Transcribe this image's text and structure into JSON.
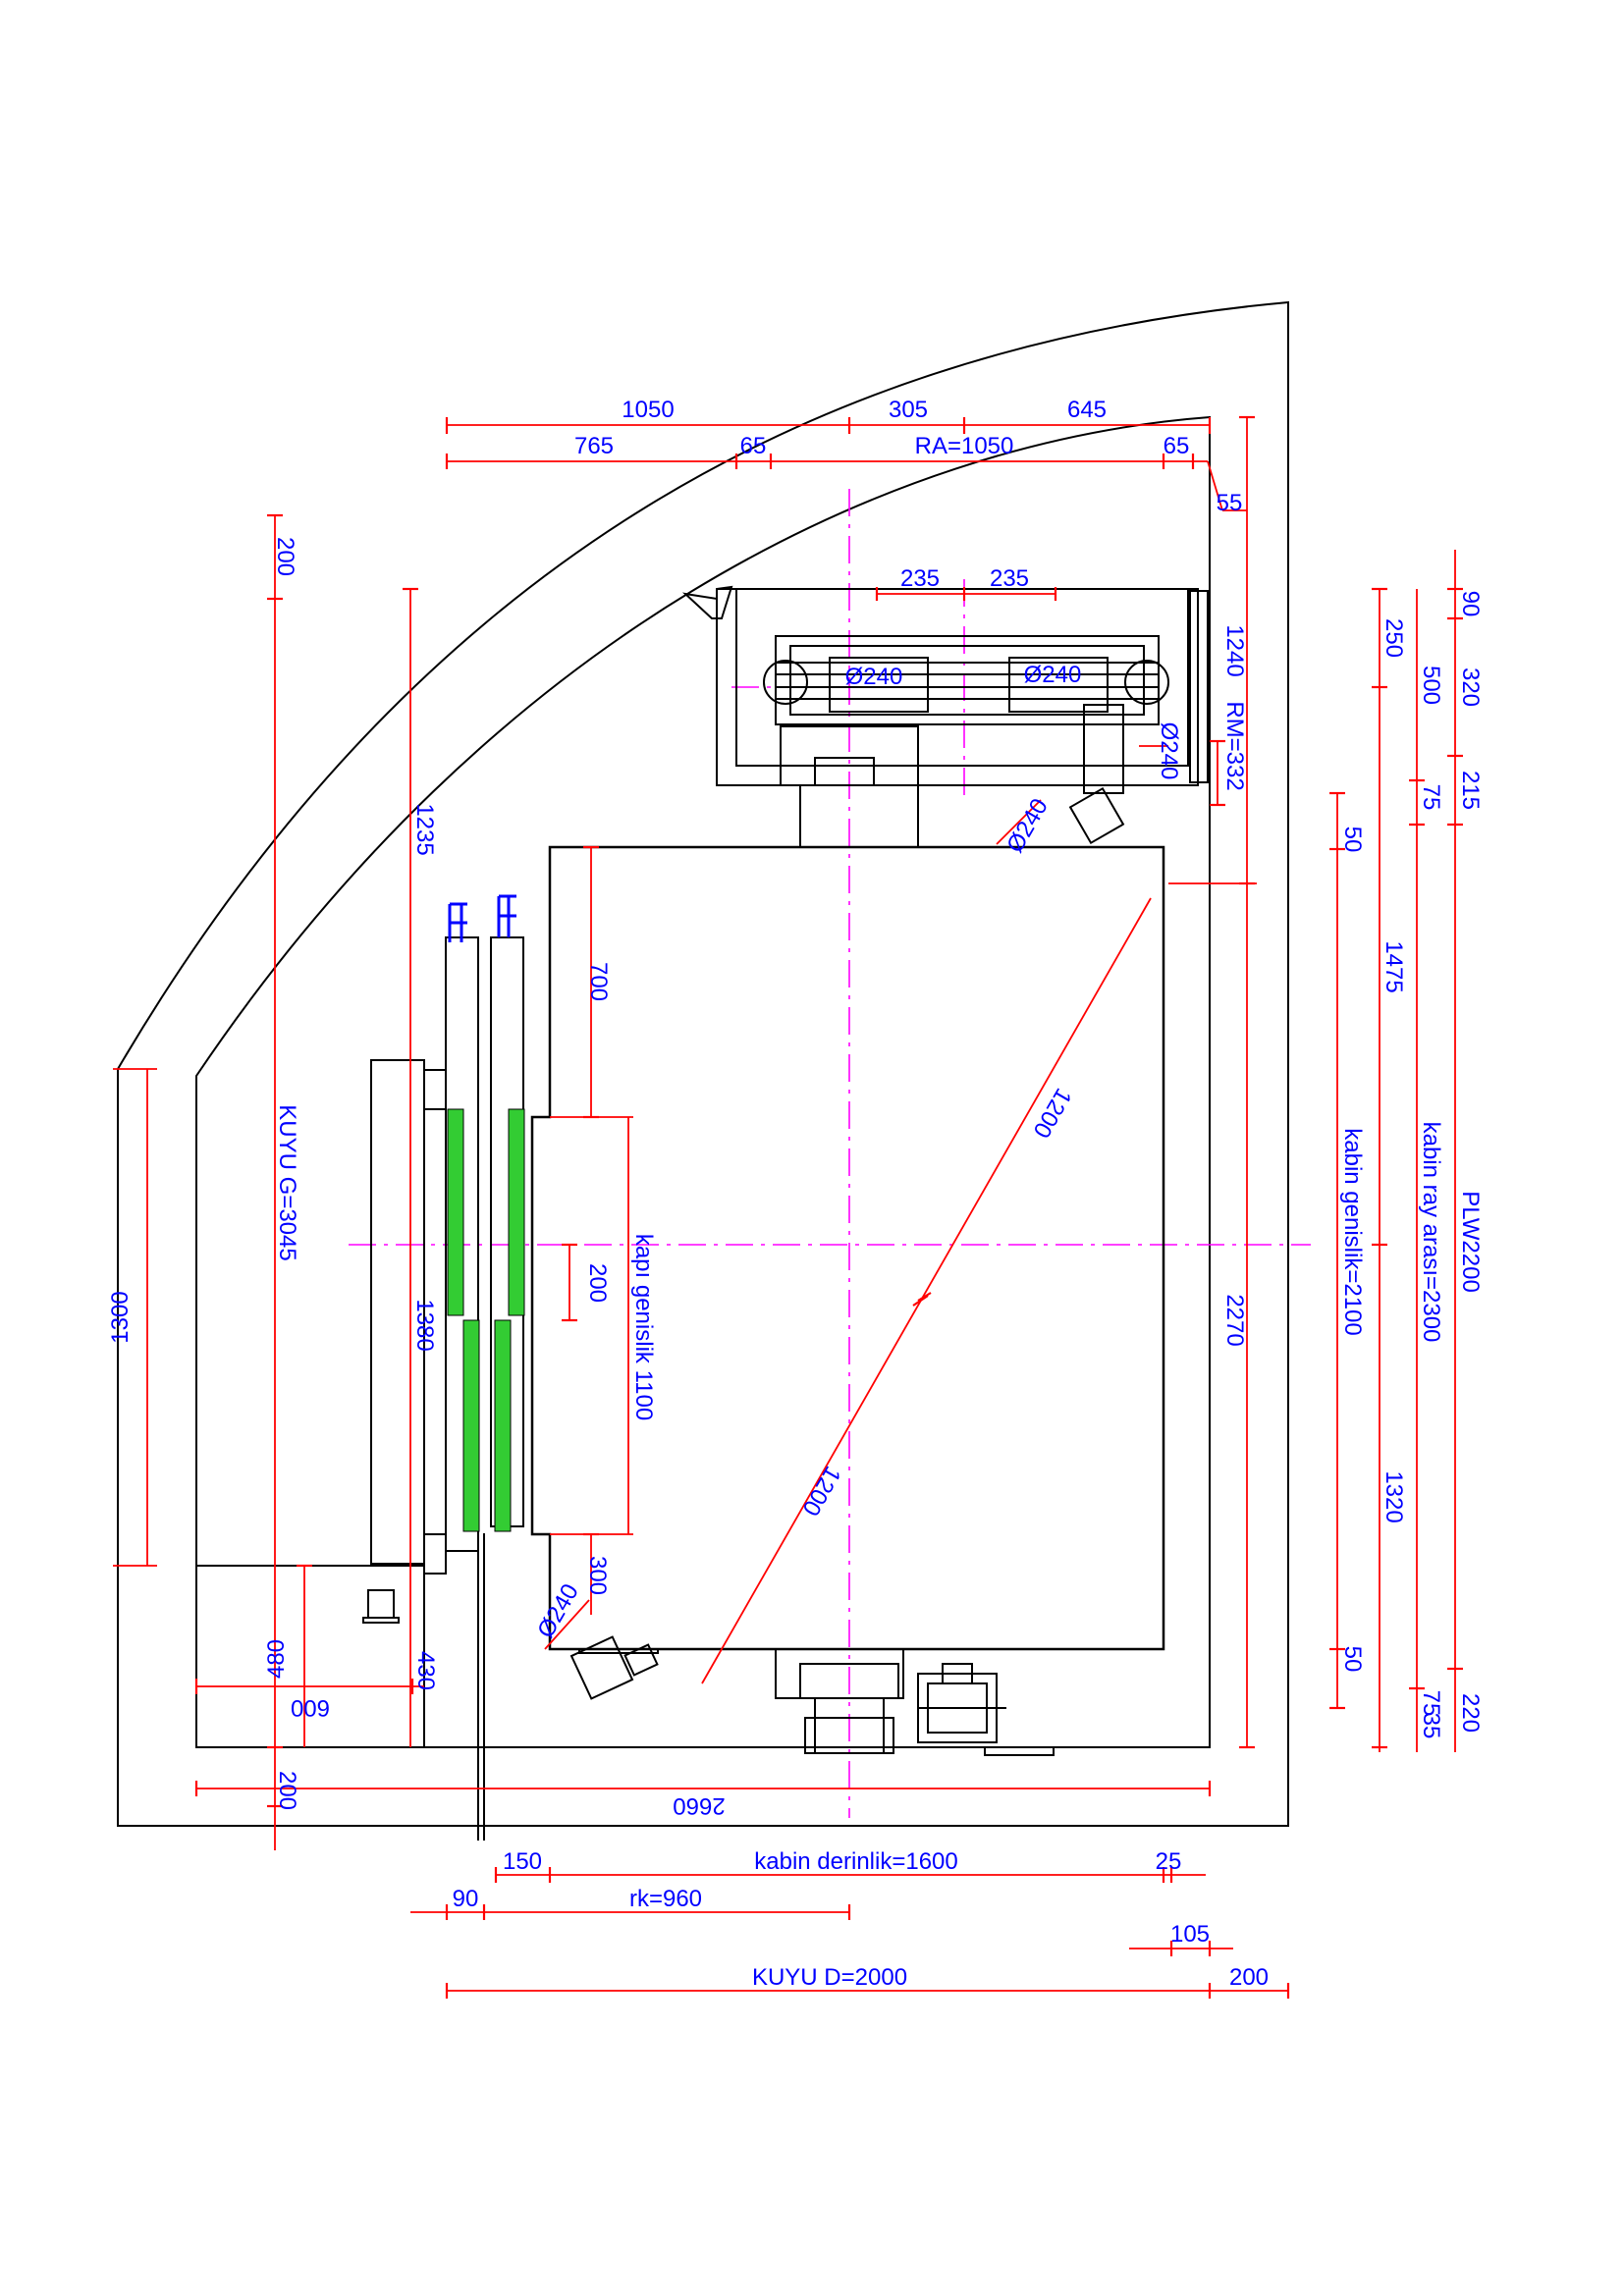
{
  "dims": {
    "top_1050": "1050",
    "top_305": "305",
    "top_645": "645",
    "top_765": "765",
    "top_65a": "65",
    "ra": "RA=1050",
    "top_65b": "65",
    "d_55": "55",
    "d_200_top": "200",
    "rail_235a": "235",
    "rail_235b": "235",
    "pulley_a": "Ø240",
    "pulley_b": "Ø240",
    "pulley_c": "Ø240",
    "pulley_d": "Ø240",
    "pulley_e": "Ø240",
    "d_1240": "1240",
    "rm": "RM=332",
    "d_1235": "1235",
    "d_700": "700",
    "diag_a": "1200",
    "diag_b": "1200",
    "kapi": "kapı genislik 1100",
    "d_200_mid": "200",
    "kuyu_g": "KUYU G=3045",
    "d_1380": "1380",
    "d_1300": "1300",
    "d_2270": "2270",
    "d_300": "300",
    "d_480": "480",
    "d_600": "600",
    "d_430": "430",
    "d_200_bottom": "200",
    "d_2660": "2660",
    "d_150": "150",
    "kabin_derinlik": "kabin derinlik=1600",
    "d_25": "25",
    "d_90": "90",
    "rk": "rk=960",
    "d_105": "105",
    "kuyu_d": "KUYU D=2000",
    "d_200_right": "200",
    "r_250": "250",
    "r_500": "500",
    "r_90": "90",
    "r_320": "320",
    "r_215": "215",
    "r_75a": "75",
    "r_50a": "50",
    "r_1475": "1475",
    "kabin_genislik": "kabin genislik=2100",
    "kabin_ray": "kabin  ray arası=2300",
    "plw": "PLW2200",
    "r_1320": "1320",
    "r_50b": "50",
    "r_75b": "75",
    "r_35": "35",
    "r_220": "220"
  },
  "colors": {
    "outline": "#000000",
    "dimension": "#ff0000",
    "text": "#0000ff",
    "centerline": "#ff00ff",
    "door_panel": "#33cc33"
  }
}
